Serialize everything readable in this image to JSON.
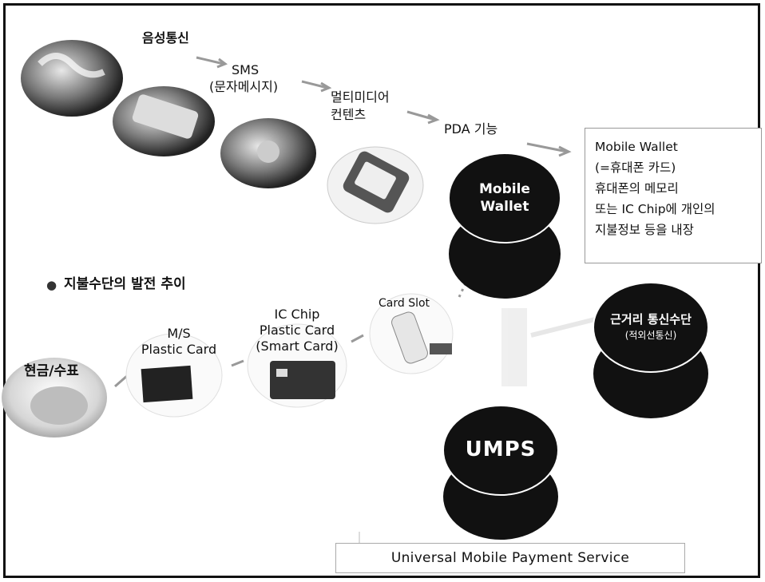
{
  "evolution_row": {
    "steps": [
      "음성통신",
      "SMS",
      "(문자메시지)",
      "멀티미디어",
      "컨텐츠",
      "PDA 기능"
    ]
  },
  "mobile_wallet": {
    "ellipse_line1": "Mobile",
    "ellipse_line2": "Wallet"
  },
  "info_box": {
    "lines": [
      "Mobile Wallet",
      "(=휴대폰 카드)",
      "휴대폰의 메모리",
      "또는 IC Chip에 개인의",
      "지불정보 등을 내장"
    ]
  },
  "payment_evolution": {
    "heading": "지불수단의 발전 추이",
    "bullet": "●",
    "cash": "현금/수표",
    "ms_line1": "M/S",
    "ms_line2": "Plastic Card",
    "ic_line1": "IC Chip",
    "ic_line2": "Plastic Card",
    "ic_line3": "(Smart Card)",
    "card_slot": "Card Slot"
  },
  "short_range": {
    "line1": "근거리 통신수단",
    "line2": "(적외선통신)"
  },
  "umps": {
    "label": "UMPS",
    "full_name": "Universal Mobile Payment Service"
  }
}
